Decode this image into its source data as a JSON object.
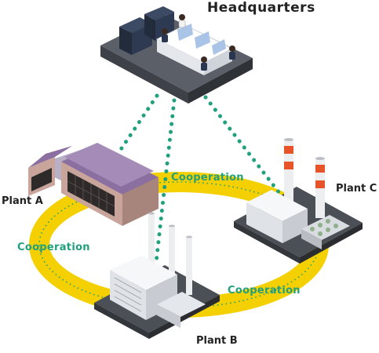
{
  "headquarters": {
    "label": "Headquarters"
  },
  "plants": {
    "a": {
      "label": "Plant A"
    },
    "b": {
      "label": "Plant B"
    },
    "c": {
      "label": "Plant C"
    }
  },
  "cooperation": {
    "top": "Cooperation",
    "left": "Cooperation",
    "right": "Cooperation"
  },
  "colors": {
    "ring": "#f5d000",
    "dots": "#21a07e",
    "hq_floor": "#6b7280",
    "plant_a_roof": "#8b6fa0",
    "plant_a_wall": "#c9a49a",
    "stack_stripe": "#e8542a",
    "building_white": "#eef0f2",
    "platform": "#4b4f56"
  }
}
